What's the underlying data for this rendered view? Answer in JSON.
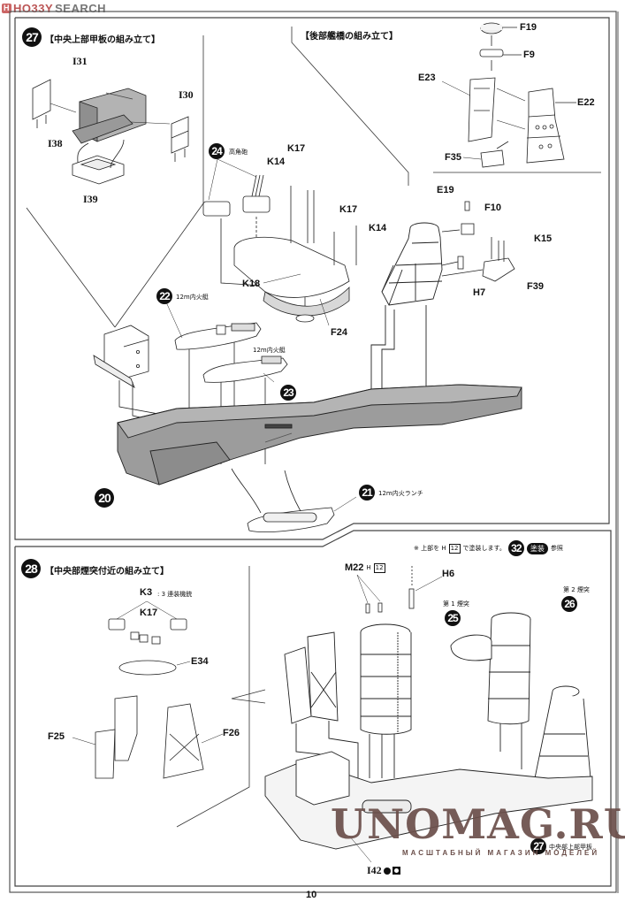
{
  "watermark_top": {
    "brand_h": "H",
    "brand": "HO33Y",
    "brand_suffix": "SEARCH"
  },
  "page_number": "10",
  "step27": {
    "number": "27",
    "title": "【中央上部甲板の組み立て】",
    "parts": [
      "I31",
      "I30",
      "I38",
      "I39"
    ]
  },
  "rear_bridge": {
    "title": "【後部艦橋の組み立て】",
    "parts": [
      "F19",
      "F9",
      "E23",
      "E22",
      "F35"
    ]
  },
  "step24": {
    "number": "24",
    "caption": "高角砲",
    "parts": [
      "K14",
      "K17",
      "K17",
      "K14",
      "K18"
    ],
    "f24": "F24"
  },
  "aft_parts": {
    "parts": [
      "E19",
      "F10",
      "K15",
      "H7",
      "F39"
    ]
  },
  "step22": {
    "number": "22",
    "caption": "12m内火艇"
  },
  "step23": {
    "number": "23",
    "caption": "12m内火艇"
  },
  "step20": {
    "number": "20"
  },
  "step21": {
    "number": "21",
    "caption": "12m内火ランチ"
  },
  "paint_note": {
    "prefix": "※ 上部を H",
    "color_code": "12",
    "suffix": "で塗装します。",
    "ref_number": "32",
    "ref_label": "塗装",
    "ref_suffix": "参照"
  },
  "step28": {
    "number": "28",
    "title": "【中央部煙突付近の組み立て】",
    "k3": "K3",
    "k3_caption": ": 3 連装機銃",
    "parts": [
      "K17",
      "E34",
      "F25",
      "F26"
    ]
  },
  "funnels": {
    "m22": "M22",
    "m22_code_prefix": "H",
    "m22_code": "12",
    "h6": "H6",
    "funnel1_caption": "第 1 煙突",
    "funnel1_number": "25",
    "funnel2_caption": "第 2 煙突",
    "funnel2_number": "26",
    "deck_ref_number": "27",
    "deck_ref_caption": "中央部上部甲板",
    "i42": "I42"
  },
  "watermark_bottom": {
    "main": "UNOMAG.RU",
    "sub": "МАСШТАБНЫЙ МАГАЗИН МОДЕЛЕЙ"
  }
}
